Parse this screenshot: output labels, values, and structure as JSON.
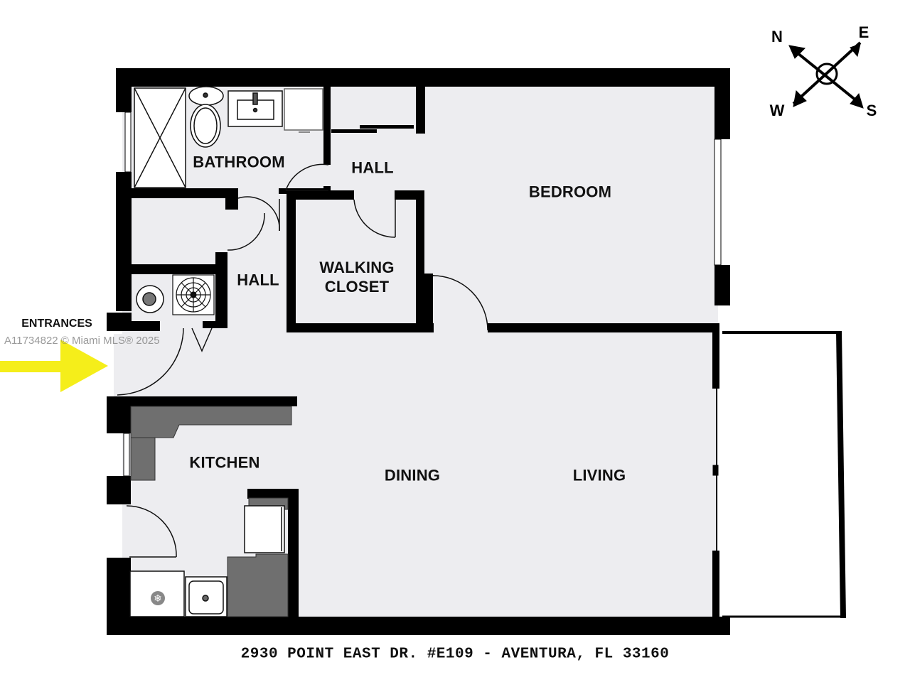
{
  "floorplan": {
    "address": "2930 POINT EAST DR. #E109 - AVENTURA, FL 33160",
    "watermark": "A11734822 © Miami MLS® 2025",
    "entrance_label": "ENTRANCES",
    "entrance_arrow_color": "#f5ee1a",
    "floor_color": "#ededf0",
    "wall_color": "#000000",
    "counter_color": "#6f6f6f",
    "rooms": {
      "bathroom": "BATHROOM",
      "hall_upper": "HALL",
      "bedroom": "BEDROOM",
      "hall_lower": "HALL",
      "walking_closet_line1": "WALKING",
      "walking_closet_line2": "CLOSET",
      "kitchen": "KITCHEN",
      "dining": "DINING",
      "living": "LIVING"
    },
    "fixtures": [
      "shower",
      "toilet",
      "bathroom-sink",
      "vanity-cabinet",
      "water-heater",
      "air-handler",
      "refrigerator",
      "kitchen-sink",
      "range"
    ],
    "compass": {
      "north": "N",
      "east": "E",
      "west": "W",
      "south": "S"
    }
  }
}
